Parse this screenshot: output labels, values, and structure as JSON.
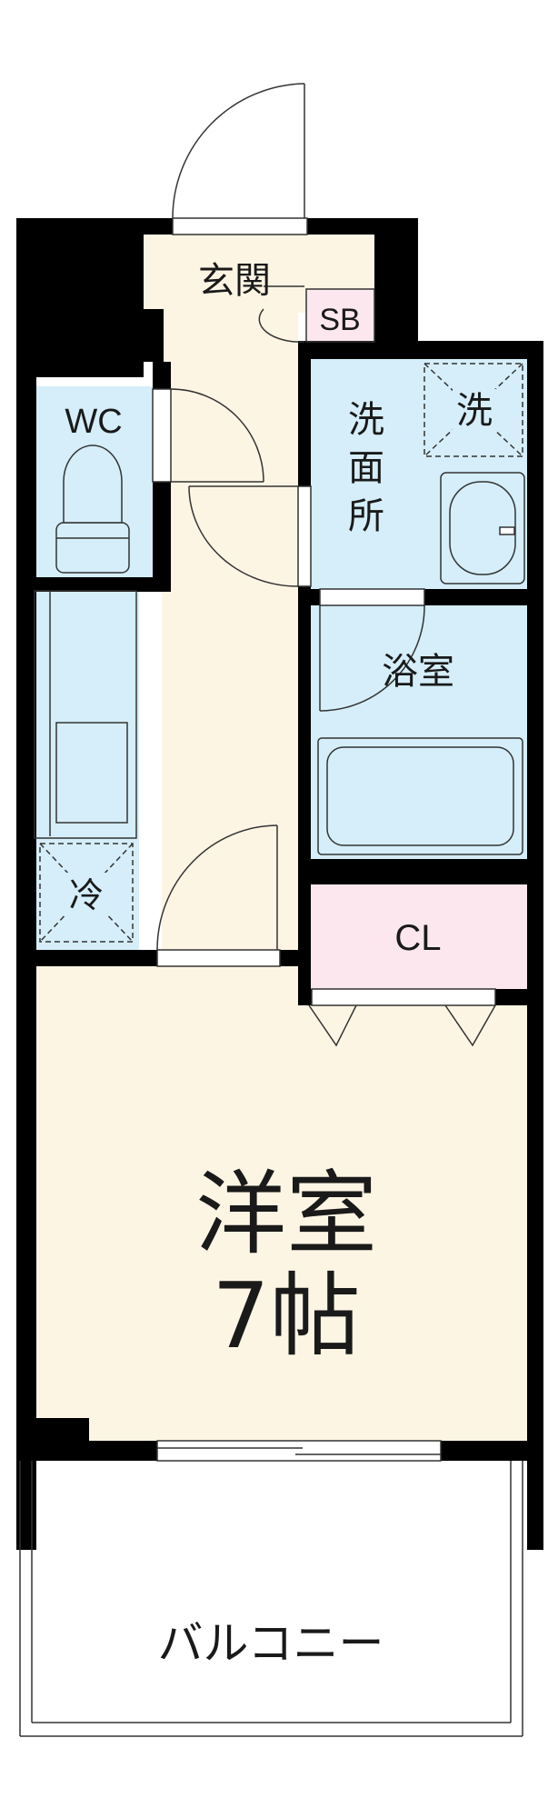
{
  "plan": {
    "rooms": {
      "genkan": "玄関",
      "shoe_box": "SB",
      "toilet": "WC",
      "washroom_line1": "洗",
      "washroom_line2": "面",
      "washroom_line3": "所",
      "washer": "洗",
      "bathroom": "浴室",
      "fridge": "冷",
      "closet": "CL",
      "main_room": "洋室",
      "main_room_size": "7帖",
      "balcony": "バルコニー"
    },
    "colors": {
      "wall": "#000000",
      "floor": "#fdf5e4",
      "wet_area": "#d5eef9",
      "closet": "#fce7ef",
      "line": "#333333"
    }
  }
}
